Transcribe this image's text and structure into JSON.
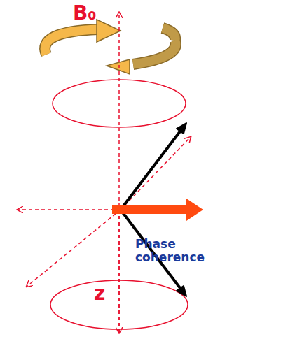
{
  "diagram": {
    "labels": [
      "B₀",
      "Phase coherence",
      "z"
    ]
  }
}
